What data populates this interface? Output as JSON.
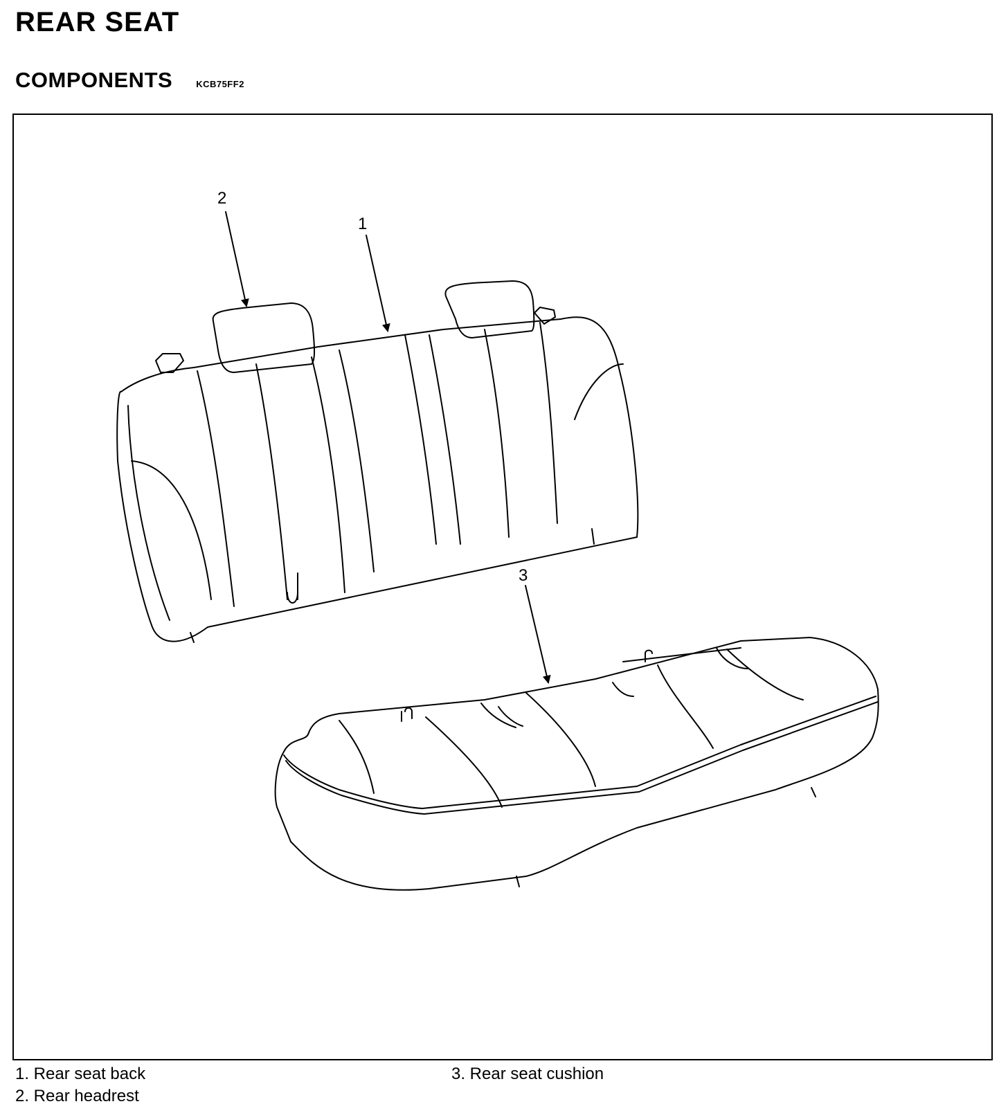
{
  "header": {
    "title": "REAR SEAT",
    "section_title": "COMPONENTS",
    "doc_code": "KCB75FF2"
  },
  "figure": {
    "callouts": [
      {
        "number": "1",
        "target": "rear-seat-back"
      },
      {
        "number": "2",
        "target": "rear-headrest"
      },
      {
        "number": "3",
        "target": "rear-seat-cushion"
      }
    ]
  },
  "legend": [
    {
      "text": "1. Rear seat back"
    },
    {
      "text": "2. Rear headrest"
    },
    {
      "text": "3. Rear seat cushion"
    }
  ]
}
